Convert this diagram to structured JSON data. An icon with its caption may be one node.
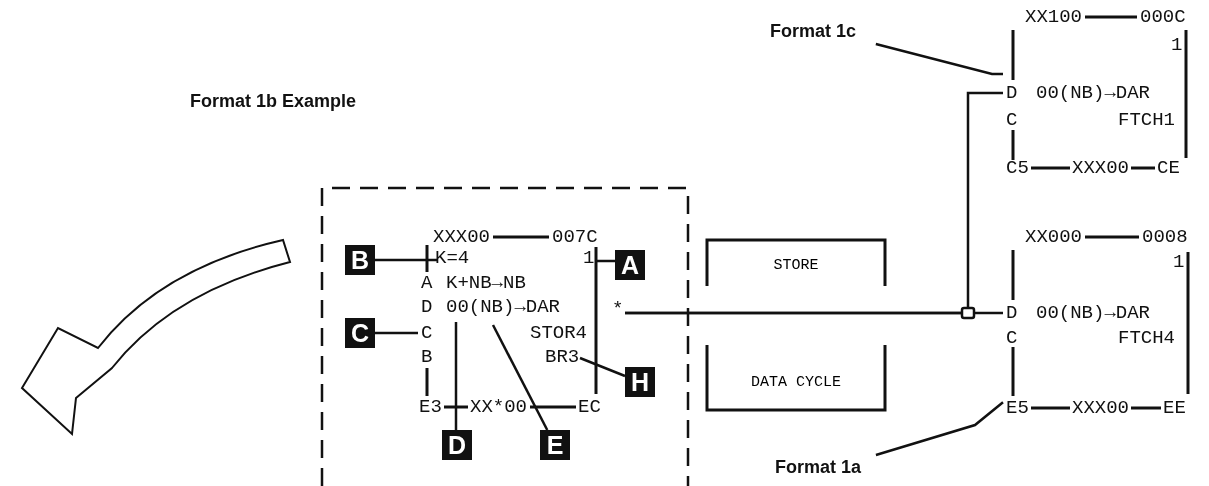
{
  "diagram": {
    "nodes": [
      {
        "text": [
          "Format 1b Example"
        ]
      },
      {
        "text": [
          "XXX00",
          "007C",
          "K=4",
          "1",
          "A",
          "K+NB→NB",
          "D",
          "00(NB)→DAR",
          "*",
          "C",
          "STOR4",
          "B",
          "BR3",
          "E3",
          "XX*00",
          "EC"
        ],
        "in": 0
      },
      {
        "text": [
          "B"
        ],
        "in": 0
      },
      {
        "text": [
          "A"
        ],
        "in": 0
      },
      {
        "text": [
          "C"
        ],
        "in": 0
      },
      {
        "text": [
          "H"
        ],
        "in": 0
      },
      {
        "text": [
          "D"
        ],
        "in": 0
      },
      {
        "text": [
          "E"
        ],
        "in": 0
      },
      {
        "text": [
          "STORE"
        ]
      },
      {
        "text": [
          "DATA CYCLE"
        ]
      },
      {
        "text": [
          "Format 1c"
        ]
      },
      {
        "text": [
          "XX100",
          "000C",
          "1",
          "D",
          "00(NB)→DAR",
          "C",
          "FTCH1",
          "C5",
          "XXX00",
          "CE"
        ]
      },
      {
        "text": [
          "XX000",
          "0008",
          "1",
          "D",
          "00(NB)→DAR",
          "C",
          "FTCH4",
          "E5",
          "XXX00",
          "EE"
        ]
      },
      {
        "text": [
          "Format 1a"
        ]
      }
    ],
    "edges": [
      {
        "from": 2,
        "to": 1,
        "arrow": "none"
      },
      {
        "from": 3,
        "to": 1,
        "arrow": "none"
      },
      {
        "from": 4,
        "to": 1,
        "arrow": "none"
      },
      {
        "from": 5,
        "to": 1,
        "arrow": "none"
      },
      {
        "from": 6,
        "to": 1,
        "arrow": "none"
      },
      {
        "from": 7,
        "to": 1,
        "arrow": "none"
      },
      {
        "from": 1,
        "to": 12,
        "arrow": "none"
      },
      {
        "from": 1,
        "to": 11,
        "arrow": "none"
      },
      {
        "from": 10,
        "to": 11,
        "arrow": "none"
      },
      {
        "from": 13,
        "to": 12,
        "arrow": "none"
      }
    ]
  }
}
